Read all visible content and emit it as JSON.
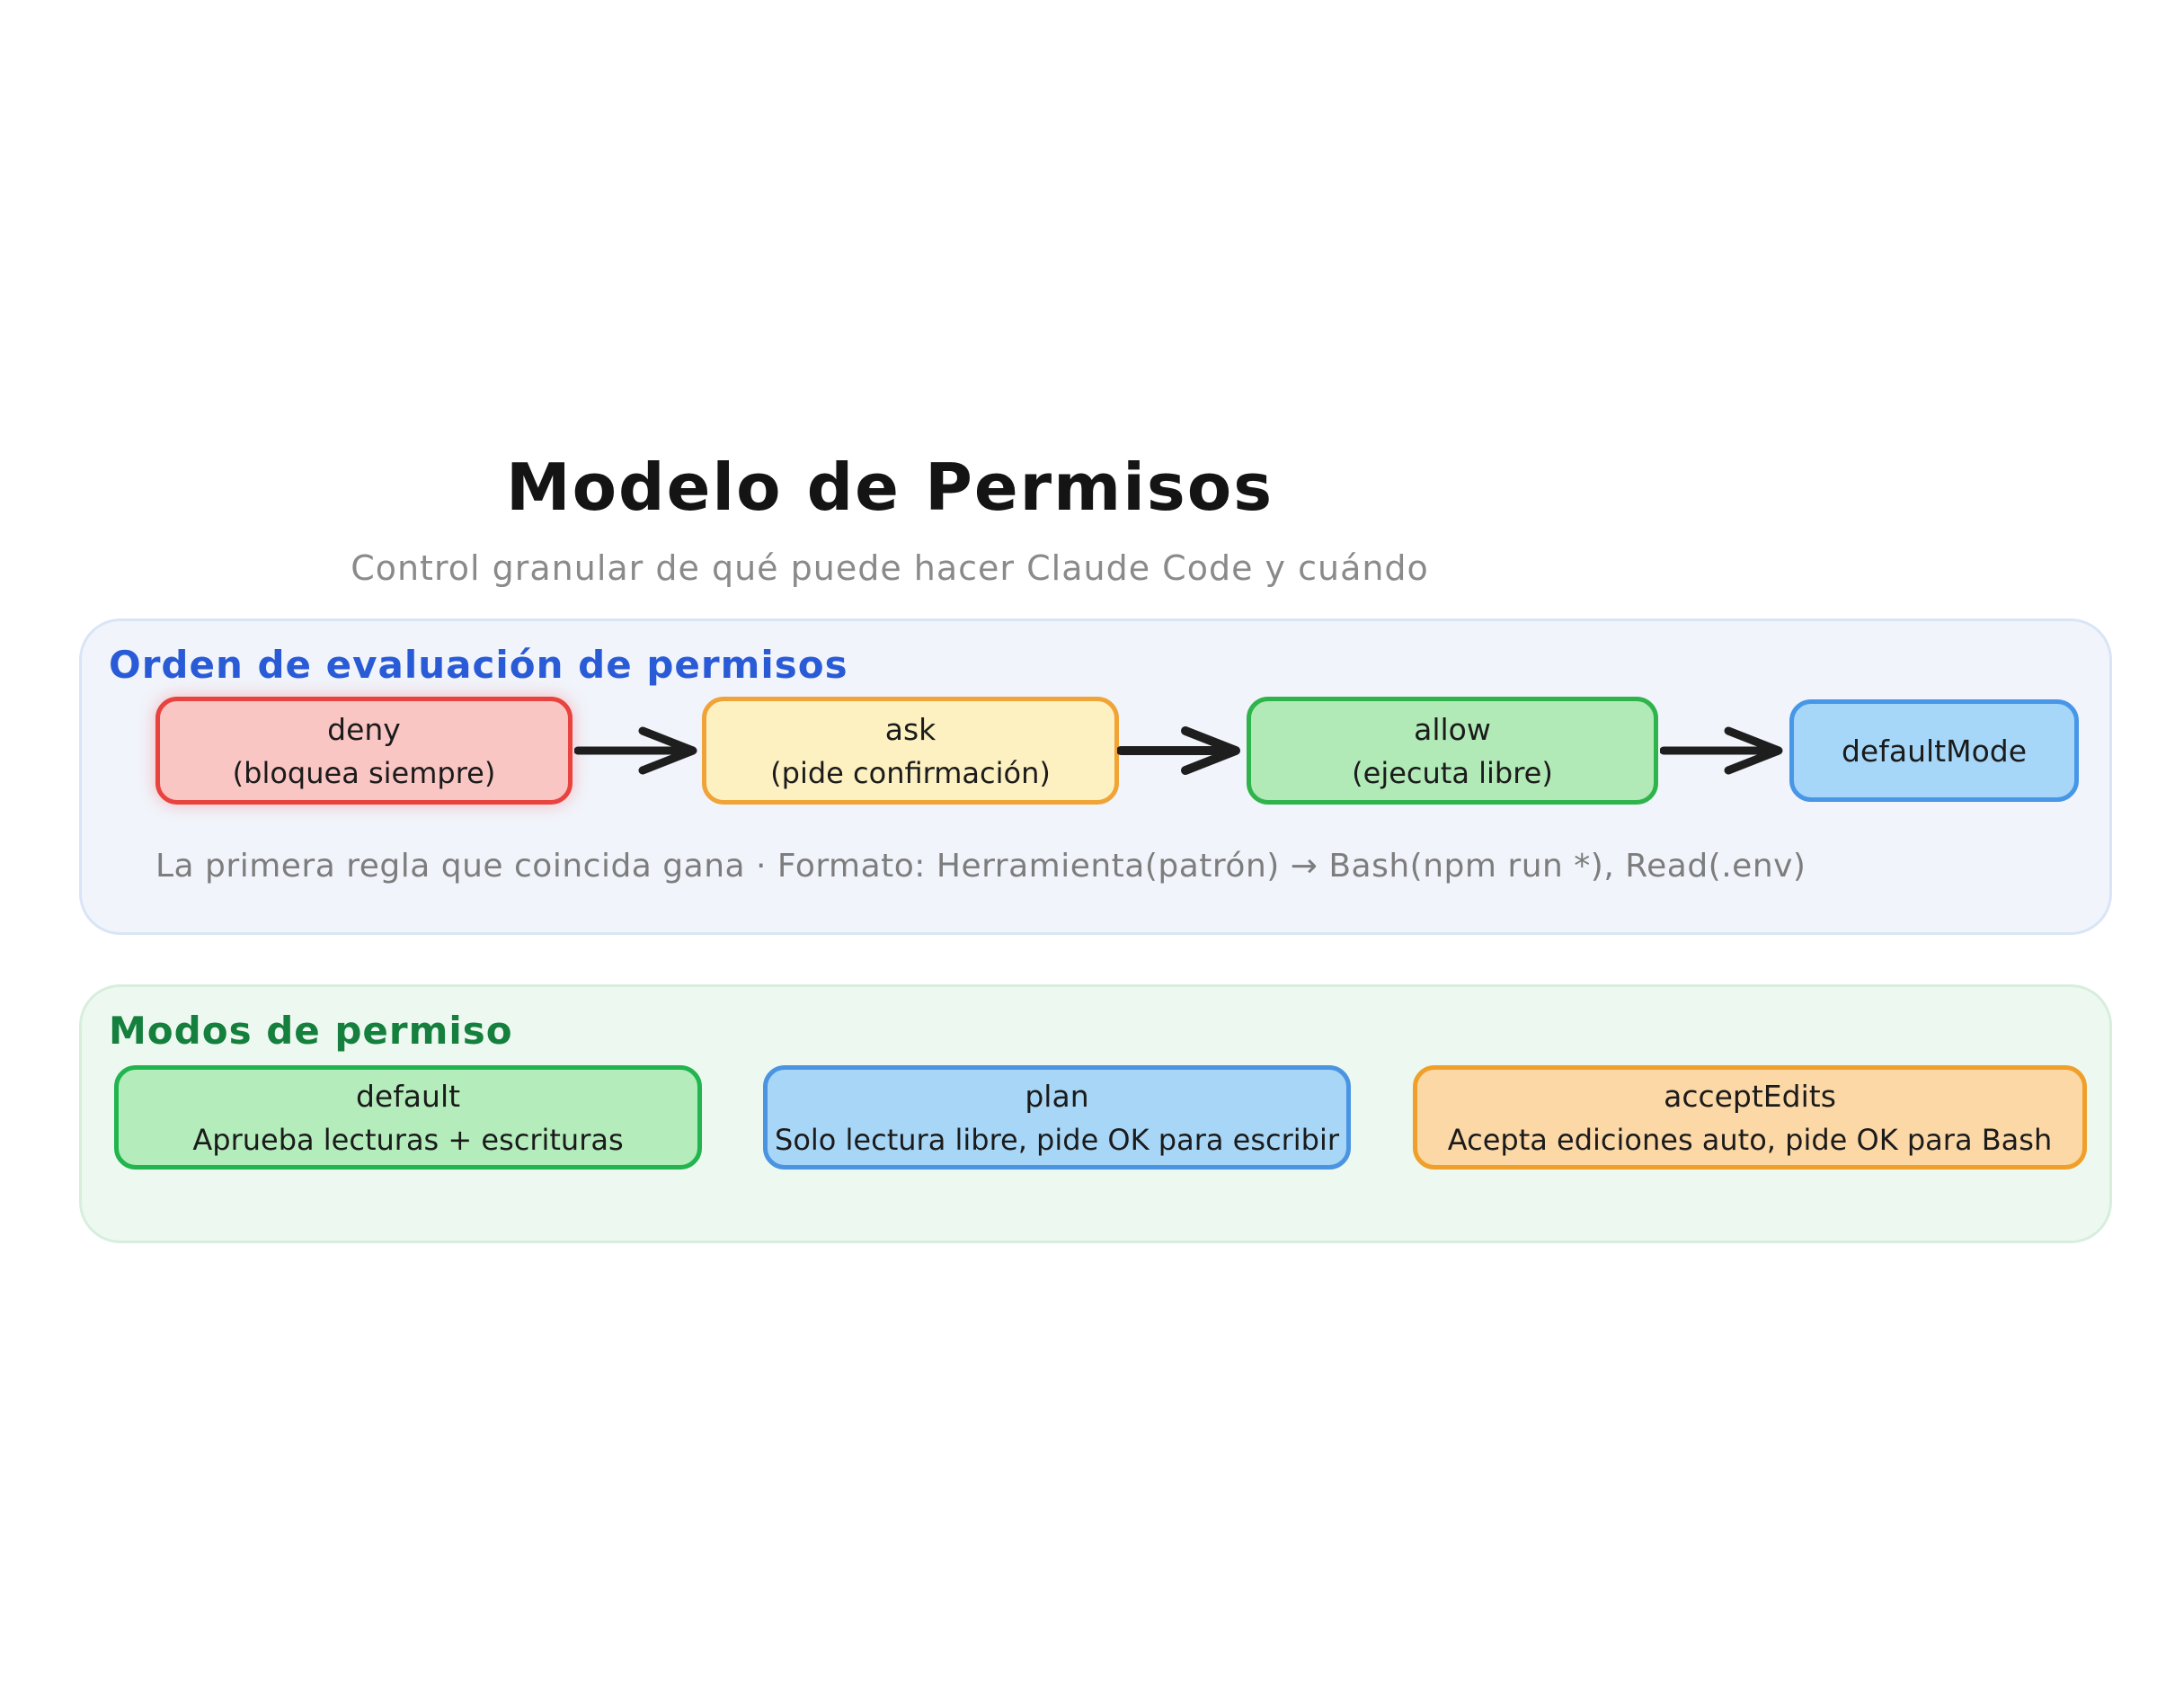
{
  "header": {
    "title": "Modelo de Permisos",
    "subtitle": "Control granular de qué puede hacer Claude Code y cuándo"
  },
  "evaluation_section": {
    "title": "Orden de evaluación de permisos",
    "title_color": "#2a5bd7",
    "background": "#f1f4fb",
    "border_color": "#d9e5f6",
    "steps": [
      {
        "name": "deny",
        "subtitle": "(bloquea siempre)",
        "fill": "#f9c6c4",
        "stroke": "#e8433f"
      },
      {
        "name": "ask",
        "subtitle": "(pide confirmación)",
        "fill": "#fdf1c2",
        "stroke": "#f0a437"
      },
      {
        "name": "allow",
        "subtitle": "(ejecuta libre)",
        "fill": "#b1e9b7",
        "stroke": "#2fb34b"
      },
      {
        "name": "defaultMode",
        "subtitle": "",
        "fill": "#a6d7f8",
        "stroke": "#4896e8"
      }
    ],
    "arrow_color": "#1e1e1e",
    "note": "La primera regla que coincida gana · Formato: Herramienta(patrón) → Bash(npm run *), Read(.env)"
  },
  "modes_section": {
    "title": "Modos de permiso",
    "title_color": "#15803d",
    "background": "#edf9f0",
    "border_color": "#d7eedd",
    "modes": [
      {
        "name": "default",
        "description": "Aprueba lecturas + escrituras",
        "fill": "#b4ecbb",
        "stroke": "#22b44e"
      },
      {
        "name": "plan",
        "description": "Solo lectura libre, pide OK para escribir",
        "fill": "#a8d6f6",
        "stroke": "#4a94e2"
      },
      {
        "name": "acceptEdits",
        "description": "Acepta ediciones auto, pide OK para Bash",
        "fill": "#fbd8a6",
        "stroke": "#efa02a"
      }
    ]
  }
}
